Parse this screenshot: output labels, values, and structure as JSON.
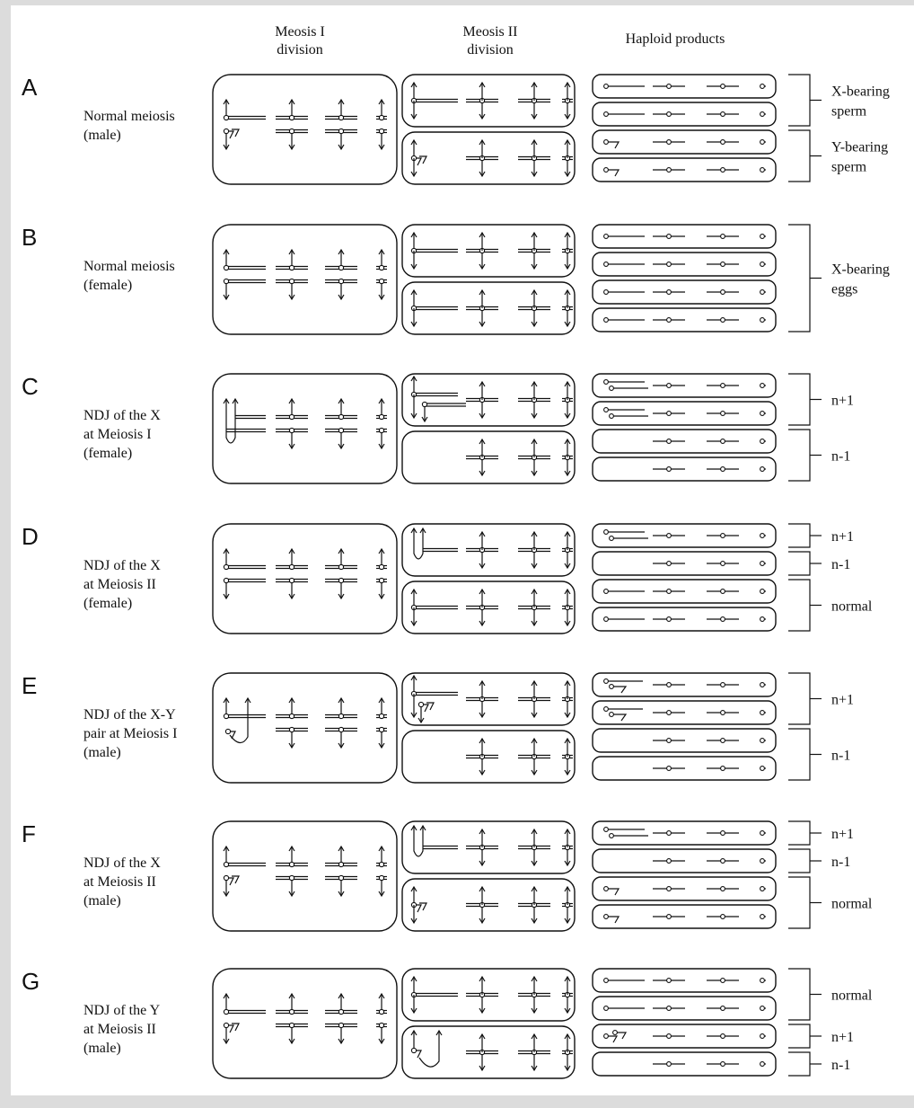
{
  "headers": {
    "meiosis1": [
      "Meosis I",
      "division"
    ],
    "meiosis2": [
      "Meosis II",
      "division"
    ],
    "haploid": "Haploid products"
  },
  "panels": [
    {
      "letter": "A",
      "desc": [
        "Normal meiosis",
        "(male)"
      ],
      "m1": {
        "t": "XY",
        "x": "none",
        "y": "none"
      },
      "m2": [
        {
          "t": "X",
          "x": "none",
          "y": "none"
        },
        {
          "t": "Y",
          "x": "none",
          "y": "none"
        }
      ],
      "prods": [
        "X",
        "X",
        "Y",
        "Y"
      ],
      "brackets": [
        {
          "label": [
            "X-bearing",
            "sperm"
          ],
          "from": 0,
          "to": 1
        },
        {
          "label": [
            "Y-bearing",
            "sperm"
          ],
          "from": 2,
          "to": 3
        }
      ]
    },
    {
      "letter": "B",
      "desc": [
        "Normal meiosis",
        "(female)"
      ],
      "m1": {
        "t": "XX",
        "x": "none",
        "y": "none"
      },
      "m2": [
        {
          "t": "X",
          "x": "none",
          "y": "none"
        },
        {
          "t": "X",
          "x": "none",
          "y": "none"
        }
      ],
      "prods": [
        "X",
        "X",
        "X",
        "X"
      ],
      "brackets": [
        {
          "label": [
            "X-bearing",
            "eggs"
          ],
          "from": 0,
          "to": 3
        }
      ]
    },
    {
      "letter": "C",
      "desc": [
        "NDJ of the X",
        "at Meiosis I",
        "(female)"
      ],
      "m1": {
        "t": "XX",
        "x": "loop",
        "y": "none"
      },
      "m2": [
        {
          "t": "XX",
          "x": "none",
          "y": "none"
        },
        {
          "t": "0",
          "x": "none",
          "y": "none"
        }
      ],
      "prods": [
        "XX",
        "XX",
        "0",
        "0"
      ],
      "brackets": [
        {
          "label": [
            "n+1"
          ],
          "from": 0,
          "to": 1
        },
        {
          "label": [
            "n-1"
          ],
          "from": 2,
          "to": 3
        }
      ]
    },
    {
      "letter": "D",
      "desc": [
        "NDJ of the X",
        "at Meiosis II",
        " (female)"
      ],
      "m1": {
        "t": "XX",
        "x": "none",
        "y": "none"
      },
      "m2": [
        {
          "t": "X",
          "x": "loop",
          "y": "none"
        },
        {
          "t": "X",
          "x": "none",
          "y": "none"
        }
      ],
      "prods": [
        "XX",
        "0",
        "X",
        "X"
      ],
      "brackets": [
        {
          "label": [
            "n+1"
          ],
          "from": 0,
          "to": 0
        },
        {
          "label": [
            "n-1"
          ],
          "from": 1,
          "to": 1
        },
        {
          "label": [
            "normal"
          ],
          "from": 2,
          "to": 3
        }
      ]
    },
    {
      "letter": "E",
      "desc": [
        "NDJ of the X-Y",
        "pair at Meiosis I",
        "(male)"
      ],
      "m1": {
        "t": "XY",
        "x": "none",
        "y": "loop"
      },
      "m2": [
        {
          "t": "XY",
          "x": "none",
          "y": "none"
        },
        {
          "t": "0",
          "x": "none",
          "y": "none"
        }
      ],
      "prods": [
        "XY",
        "XY",
        "0",
        "0"
      ],
      "brackets": [
        {
          "label": [
            "n+1"
          ],
          "from": 0,
          "to": 1
        },
        {
          "label": [
            "n-1"
          ],
          "from": 2,
          "to": 3
        }
      ]
    },
    {
      "letter": "F",
      "desc": [
        "NDJ of the X",
        "at Meiosis II",
        "(male)"
      ],
      "m1": {
        "t": "XY",
        "x": "none",
        "y": "none"
      },
      "m2": [
        {
          "t": "X",
          "x": "loop",
          "y": "none"
        },
        {
          "t": "Y",
          "x": "none",
          "y": "none"
        }
      ],
      "prods": [
        "XX",
        "0",
        "Y",
        "Y"
      ],
      "brackets": [
        {
          "label": [
            "n+1"
          ],
          "from": 0,
          "to": 0
        },
        {
          "label": [
            "n-1"
          ],
          "from": 1,
          "to": 1
        },
        {
          "label": [
            "normal"
          ],
          "from": 2,
          "to": 3
        }
      ]
    },
    {
      "letter": "G",
      "desc": [
        "NDJ of the Y",
        "at Meiosis II",
        "(male)"
      ],
      "m1": {
        "t": "XY",
        "x": "none",
        "y": "none"
      },
      "m2": [
        {
          "t": "X",
          "x": "none",
          "y": "none"
        },
        {
          "t": "Y",
          "x": "none",
          "y": "loop"
        }
      ],
      "prods": [
        "X",
        "X",
        "YY",
        "0"
      ],
      "brackets": [
        {
          "label": [
            "normal"
          ],
          "from": 0,
          "to": 1
        },
        {
          "label": [
            "n+1"
          ],
          "from": 2,
          "to": 2
        },
        {
          "label": [
            "n-1"
          ],
          "from": 3,
          "to": 3
        }
      ]
    }
  ]
}
